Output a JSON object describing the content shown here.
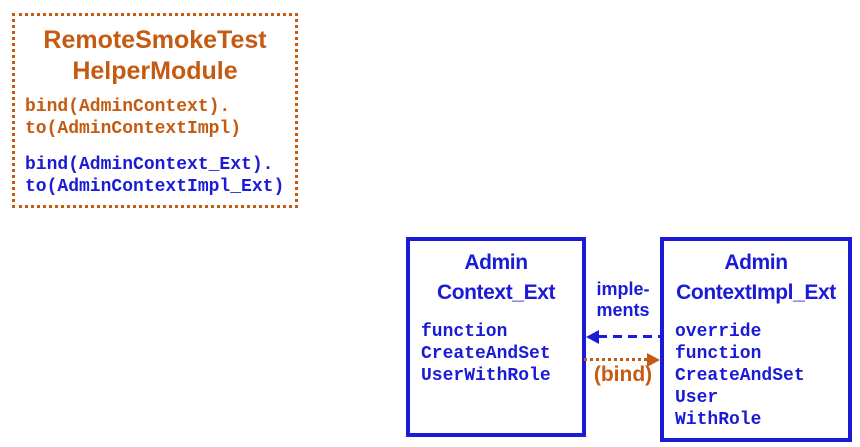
{
  "colors": {
    "orange": "#C55A11",
    "blue": "#1B1BD7"
  },
  "helper_module": {
    "title_line1": "RemoteSmokeTest",
    "title_line2": "HelperModule",
    "binding1_line1": "bind(AdminContext).",
    "binding1_line2": "to(AdminContextImpl)",
    "binding2_line1": "bind(AdminContext_Ext).",
    "binding2_line2": "to(AdminContextImpl_Ext)"
  },
  "interface_box": {
    "title_line1": "Admin",
    "title_line2": "Context_Ext",
    "members": [
      "function",
      "CreateAndSet",
      "UserWithRole"
    ]
  },
  "impl_box": {
    "title_line1": "Admin",
    "title_line2": "ContextImpl_Ext",
    "members": [
      "override",
      "function",
      "CreateAndSet",
      "User",
      "WithRole"
    ]
  },
  "relations": {
    "implements_label_line1": "imple-",
    "implements_label_line2": "ments",
    "bind_label": "(bind)"
  }
}
